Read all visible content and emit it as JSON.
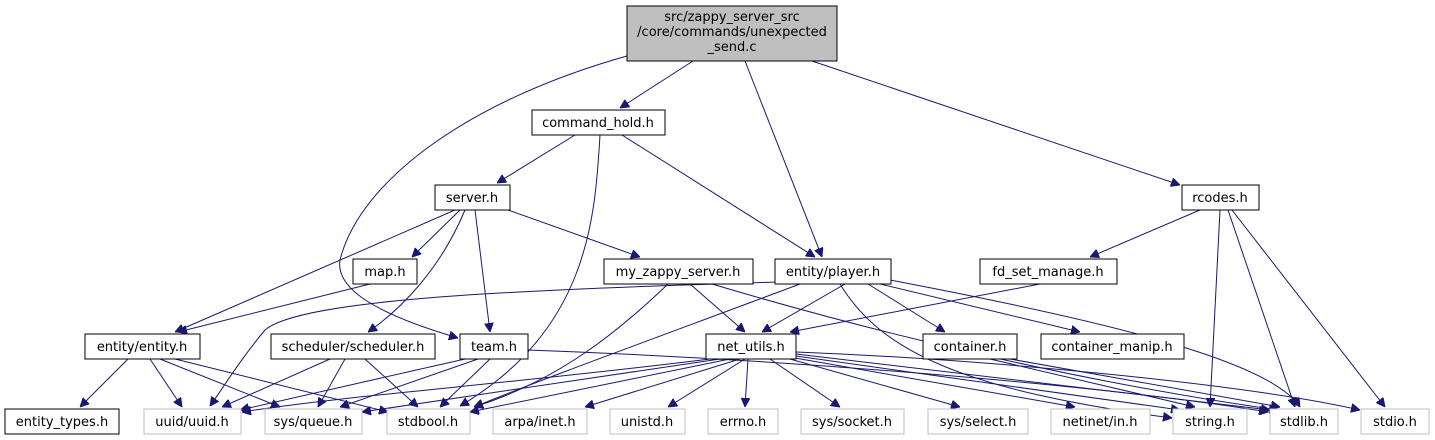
{
  "colors": {
    "edge": "#191970",
    "root_fill": "#bfbfbf",
    "node_border": "#000000",
    "system_border": "#bfbfbf",
    "background": "#ffffff"
  },
  "root": {
    "line1": "src/zappy_server_src",
    "line2": "/core/commands/unexpected",
    "line3": "_send.c"
  },
  "nodes": {
    "command_hold": "command_hold.h",
    "server": "server.h",
    "rcodes": "rcodes.h",
    "map": "map.h",
    "my_zappy_server": "my_zappy_server.h",
    "player": "entity/player.h",
    "fd_set_manage": "fd_set_manage.h",
    "entity": "entity/entity.h",
    "scheduler": "scheduler/scheduler.h",
    "team": "team.h",
    "net_utils": "net_utils.h",
    "container": "container.h",
    "container_manip": "container_manip.h",
    "entity_types": "entity_types.h",
    "uuid": "uuid/uuid.h",
    "sys_queue": "sys/queue.h",
    "stdbool": "stdbool.h",
    "arpa_inet": "arpa/inet.h",
    "unistd": "unistd.h",
    "errno": "errno.h",
    "sys_socket": "sys/socket.h",
    "sys_select": "sys/select.h",
    "netinet_in": "netinet/in.h",
    "string": "string.h",
    "stdlib": "stdlib.h",
    "stdio": "stdio.h"
  }
}
